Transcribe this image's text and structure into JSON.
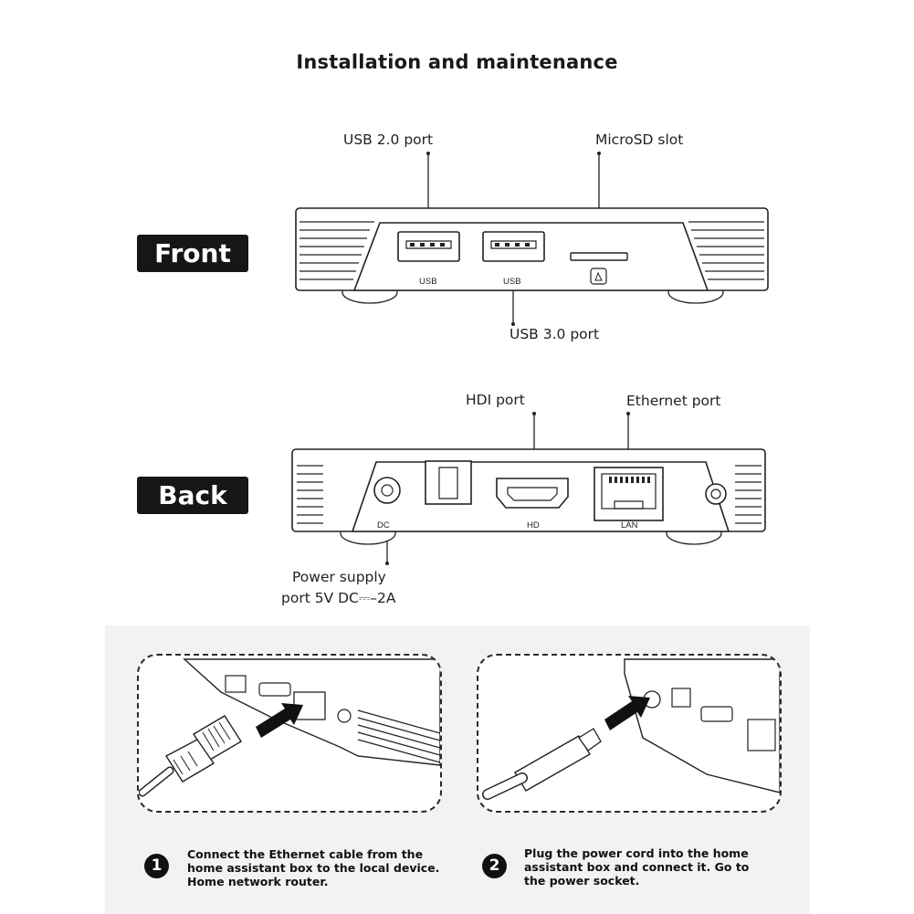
{
  "title": "Installation and maintenance",
  "front": {
    "tag": "Front",
    "usb2_label": "USB 2.0 port",
    "microsd_label": "MicroSD slot",
    "usb3_label": "USB 3.0 port",
    "usb_small_1": "USB",
    "usb_small_2": "USB"
  },
  "back": {
    "tag": "Back",
    "hdmi_label": "HDI   port",
    "ethernet_label": "Ethernet port",
    "power_label_line1": "Power supply",
    "power_label_line2": "port 5V DC⎓–2A",
    "dc_small": "DC",
    "hd_small": "HD",
    "lan_small": "LAN"
  },
  "steps": [
    {
      "number": "1",
      "text": "Connect the Ethernet cable from the home assistant box to the local device. Home network router."
    },
    {
      "number": "2",
      "text": "Plug the power cord into the home assistant box and connect it. Go to the power socket."
    }
  ]
}
